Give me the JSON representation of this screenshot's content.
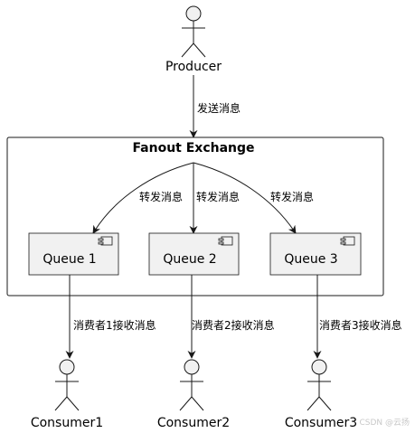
{
  "producer": {
    "label": "Producer"
  },
  "exchange": {
    "title": "Fanout Exchange"
  },
  "edges": {
    "publish": "发送消息",
    "forward": [
      "转发消息",
      "转发消息",
      "转发消息"
    ],
    "consume": [
      "消费者1接收消息",
      "消费者2接收消息",
      "消费者3接收消息"
    ]
  },
  "queues": [
    {
      "label": "Queue 1"
    },
    {
      "label": "Queue 2"
    },
    {
      "label": "Queue 3"
    }
  ],
  "consumers": [
    {
      "label": "Consumer1"
    },
    {
      "label": "Consumer2"
    },
    {
      "label": "Consumer3"
    }
  ],
  "watermark": "CSDN @云扬",
  "colors": {
    "actor_fill": "#f1f1f1",
    "queue_fill": "#f1f1f1",
    "stroke": "#181818",
    "background": "#ffffff"
  }
}
